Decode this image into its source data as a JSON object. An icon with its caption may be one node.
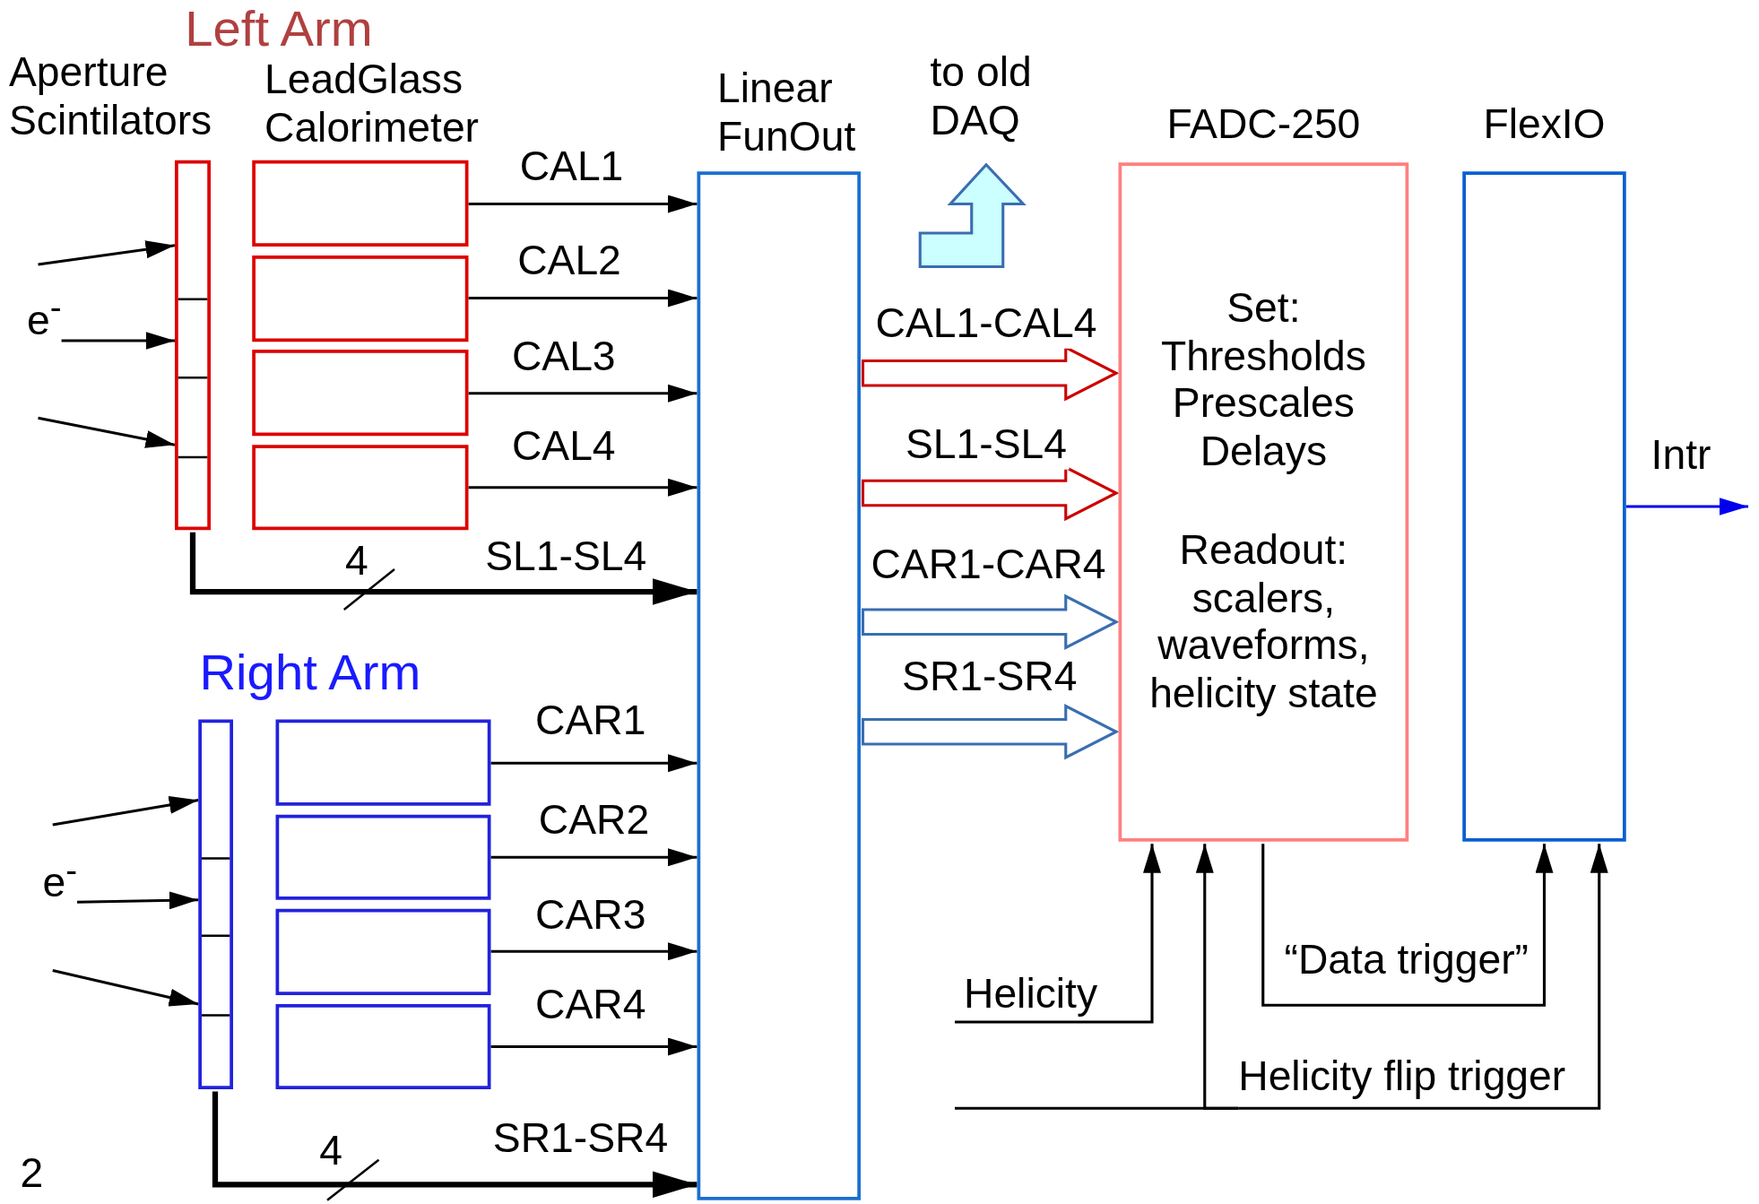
{
  "diagram": {
    "nodes": [
      {
        "text": [],
        "shape": "bar"
      },
      {
        "text": [],
        "shape": "box"
      },
      {
        "text": [],
        "shape": "box"
      },
      {
        "text": [],
        "shape": "box"
      },
      {
        "text": [],
        "shape": "box"
      },
      {
        "text": [],
        "shape": "bar"
      },
      {
        "text": [],
        "shape": "box"
      },
      {
        "text": [],
        "shape": "box"
      },
      {
        "text": [],
        "shape": "box"
      },
      {
        "text": [],
        "shape": "box"
      },
      {
        "text": [
          "Linear FunOut"
        ]
      },
      {
        "text": [
          "FADC-250",
          "Set: Thresholds Prescales Delays",
          "Readout: scalers, waveforms, helicity state"
        ]
      },
      {
        "text": [
          "FlexIO"
        ]
      },
      {
        "text": [
          "Helicity"
        ]
      },
      {
        "text": [
          "Helicity flip trigger"
        ]
      },
      {
        "text": [
          "e$^{-}$"
        ]
      },
      {
        "text": [
          "e$^{-}$"
        ]
      }
    ],
    "edges": [
      {
        "from": null,
        "to": 0,
        "arrow": "to"
      },
      {
        "from": 15,
        "to": 0,
        "arrow": "to"
      },
      {
        "from": null,
        "to": 0,
        "arrow": "to"
      },
      {
        "from": 1,
        "to": 10,
        "arrow": "to",
        "label": "CAL1"
      },
      {
        "from": 2,
        "to": 10,
        "arrow": "to",
        "label": "CAL2"
      },
      {
        "from": 3,
        "to": 10,
        "arrow": "to",
        "label": "CAL3"
      },
      {
        "from": 4,
        "to": 10,
        "arrow": "to",
        "label": "CAL4"
      },
      {
        "from": 0,
        "to": 10,
        "arrow": "to",
        "label": "SL1-SL4",
        "style": "thick"
      },
      {
        "from": null,
        "to": 5,
        "arrow": "to"
      },
      {
        "from": 16,
        "to": 5,
        "arrow": "to"
      },
      {
        "from": null,
        "to": 5,
        "arrow": "to"
      },
      {
        "from": 6,
        "to": 10,
        "arrow": "to",
        "label": "CAR1"
      },
      {
        "from": 7,
        "to": 10,
        "arrow": "to",
        "label": "CAR2"
      },
      {
        "from": 8,
        "to": 10,
        "arrow": "to",
        "label": "CAR3"
      },
      {
        "from": 9,
        "to": 10,
        "arrow": "to",
        "label": "CAR4"
      },
      {
        "from": 5,
        "to": 10,
        "arrow": "to",
        "label": "SR1-SR4",
        "style": "thick"
      },
      {
        "from": 10,
        "to": 11,
        "arrow": "to",
        "label": "CAL1-CAL4",
        "color": "#cc0000"
      },
      {
        "from": 10,
        "to": 11,
        "arrow": "to",
        "label": "SL1-SL4",
        "color": "#cc0000"
      },
      {
        "from": 10,
        "to": 11,
        "arrow": "to",
        "label": "CAR1-CAR4",
        "color": "#3a6eb0"
      },
      {
        "from": 10,
        "to": 11,
        "arrow": "to",
        "label": "SR1-SR4",
        "color": "#3a6eb0"
      },
      {
        "from": 11,
        "to": 12,
        "arrow": "to",
        "label": "“Data trigger”"
      },
      {
        "from": 13,
        "to": 11,
        "arrow": "to"
      },
      {
        "from": 14,
        "to": 11,
        "arrow": "to"
      },
      {
        "from": 14,
        "to": 12,
        "arrow": "to"
      },
      {
        "from": 12,
        "to": null,
        "arrow": "to",
        "label": "Intr",
        "color": "#0000ee"
      }
    ],
    "labels": [
      "Left Arm",
      "Aperture Scintilators",
      "LeadGlass Calorimeter",
      "to old DAQ",
      "4",
      "Right Arm",
      "4",
      "2"
    ]
  }
}
